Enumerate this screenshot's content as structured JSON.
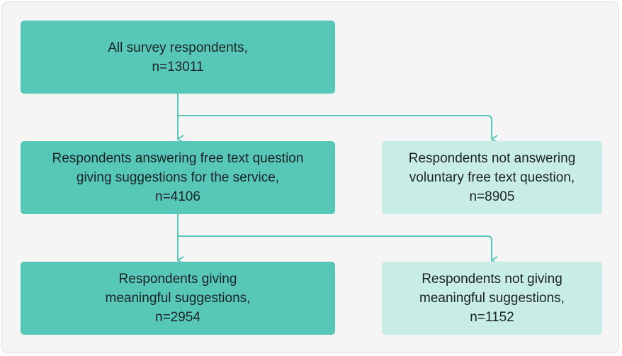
{
  "flowchart": {
    "boxes": {
      "all": "All survey respondents,\nn=13011",
      "answering": "Respondents answering free text question\ngiving suggestions for the service,\nn=4106",
      "not_answering": "Respondents not answering\nvoluntary free text question,\nn=8905",
      "meaningful": "Respondents giving\nmeaningful suggestions,\nn=2954",
      "not_meaningful": "Respondents not giving\nmeaningful suggestions,\nn=1152"
    },
    "colors": {
      "primary": "#57c7b8",
      "secondary": "#c8ece6",
      "connector": "#57c7b8",
      "background": "#f5f5f5"
    }
  }
}
